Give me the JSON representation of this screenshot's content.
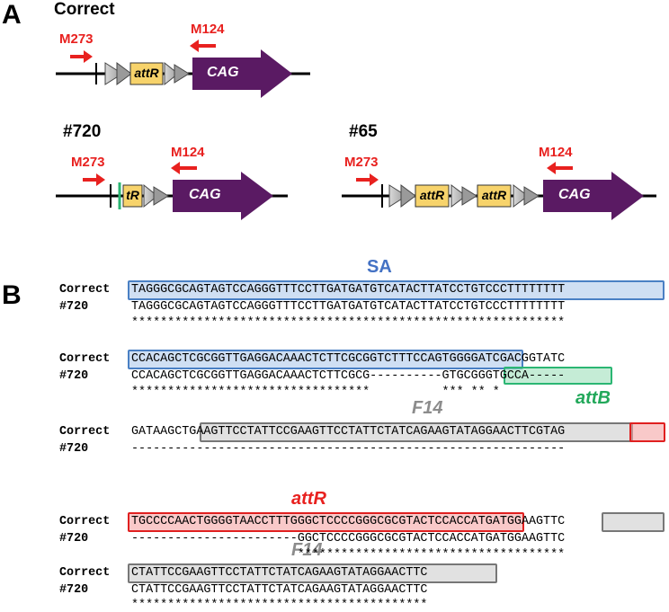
{
  "panel_a": {
    "label": "A",
    "correct": {
      "title": "Correct",
      "primer_fwd": "M273",
      "primer_rev": "M124",
      "attr_label": "attR",
      "promoter_label": "CAG"
    },
    "clone720": {
      "title": "#720",
      "primer_fwd": "M273",
      "primer_rev": "M124",
      "attr_label": "tR",
      "promoter_label": "CAG"
    },
    "clone65": {
      "title": "#65",
      "primer_fwd": "M273",
      "primer_rev": "M124",
      "attr_label_1": "attR",
      "attr_label_2": "attR",
      "promoter_label": "CAG"
    },
    "colors": {
      "primer": "#e8211f",
      "attr_box": "#f7d36b",
      "promoter": "#5a1a63",
      "line": "#000000",
      "green_mark": "#2bb673"
    }
  },
  "panel_b": {
    "label": "B",
    "annotations": {
      "sa": "SA",
      "attb": "attB",
      "f14_1": "F14",
      "attr": "attR",
      "f14_2": "F14"
    },
    "annotation_colors": {
      "sa": "#4472c4",
      "attb": "#22a85a",
      "f14": "#8c8c8c",
      "attr": "#e8211f"
    },
    "blocks": [
      {
        "label_correct": "Correct",
        "label_clone": "#720",
        "correct": "TAGGGCGCAGTAGTCCAGGGTTTCCTTGATGATGTCATACTTATCCTGTCCCTTTTTTTT",
        "clone": "TAGGGCGCAGTAGTCCAGGGTTTCCTTGATGATGTCATACTTATCCTGTCCCTTTTTTTT",
        "match": "************************************************************"
      },
      {
        "label_correct": "Correct",
        "label_clone": "#720",
        "correct": "CCACAGCTCGCGGTTGAGGACAAACTCTTCGCGGTCTTTCCAGTGGGGATCGACGGTATC",
        "clone": "CCACAGCTCGCGGTTGAGGACAAACTCTTCGCG----------GTGCGGGTGCCA-----",
        "match": "*********************************          *** ** *         "
      },
      {
        "label_correct": "Correct",
        "label_clone": "#720",
        "correct": "GATAAGCTGAAGTTCCTATTCCGAAGTTCCTATTCTATCAGAAGTATAGGAACTTCGTAG",
        "clone": "------------------------------------------------------------",
        "match": ""
      },
      {
        "label_correct": "Correct",
        "label_clone": "#720",
        "correct": "TGCCCCAACTGGGGTAACCTTTGGGCTCCCCGGGCGCGTACTCCACCATGATGGAAGTTC",
        "clone": "-----------------------GGCTCCCCGGGCGCGTACTCCACCATGATGGAAGTTC",
        "match": "                       *************************************"
      },
      {
        "label_correct": "Correct",
        "label_clone": "#720",
        "correct": "CTATTCCGAAGTTCCTATTCTATCAGAAGTATAGGAACTTC",
        "clone": "CTATTCCGAAGTTCCTATTCTATCAGAAGTATAGGAACTTC",
        "match": "*****************************************"
      }
    ]
  }
}
